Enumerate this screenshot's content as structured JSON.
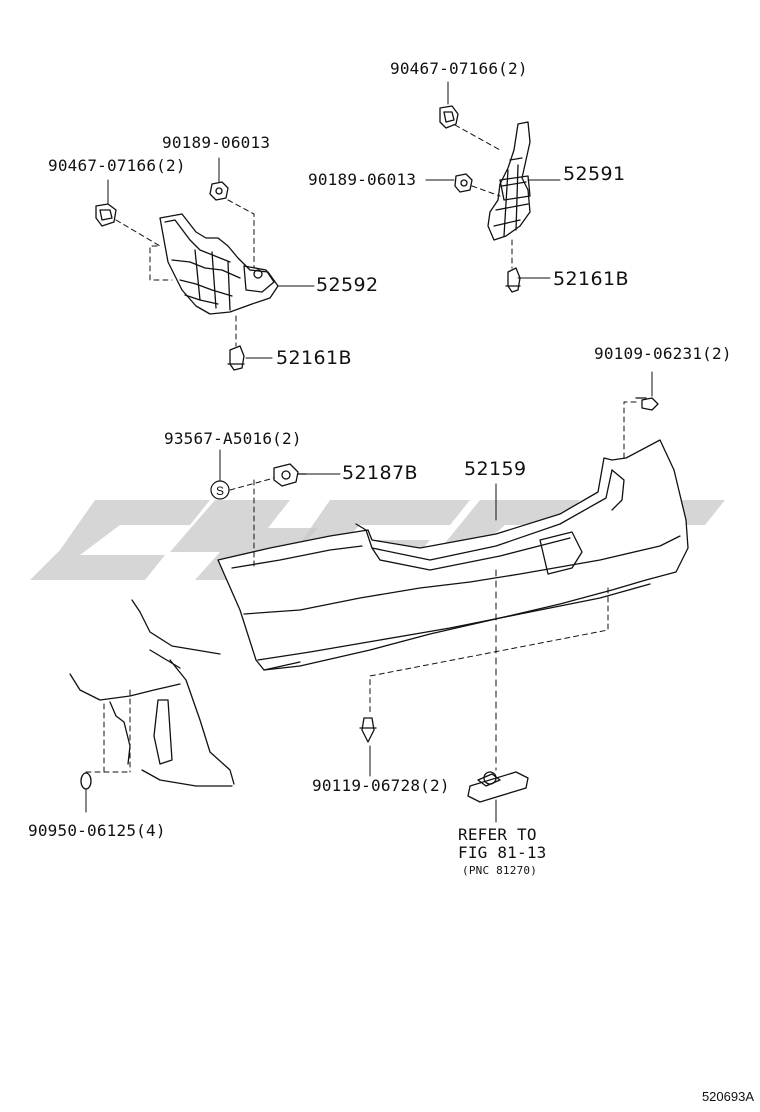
{
  "diagram": {
    "figure_code": "520693A",
    "callouts": {
      "p90467_top_right": "90467-07166(2)",
      "p90189_left": "90189-06013",
      "p90467_left": "90467-07166(2)",
      "p90189_right": "90189-06013",
      "p52591": "52591",
      "p52592": "52592",
      "p52161b_right": "52161B",
      "p52161b_left": "52161B",
      "p90109": "90109-06231(2)",
      "p93567": "93567-A5016(2)",
      "p52187b": "52187B",
      "p52159": "52159",
      "p90119": "90119-06728(2)",
      "p90950": "90950-06125(4)",
      "refer_line1": "REFER TO",
      "refer_line2": "FIG 81-13",
      "refer_line3": "(PNC 81270)"
    },
    "symbols": {
      "s_marker": "S"
    },
    "watermark": "cjsc"
  }
}
